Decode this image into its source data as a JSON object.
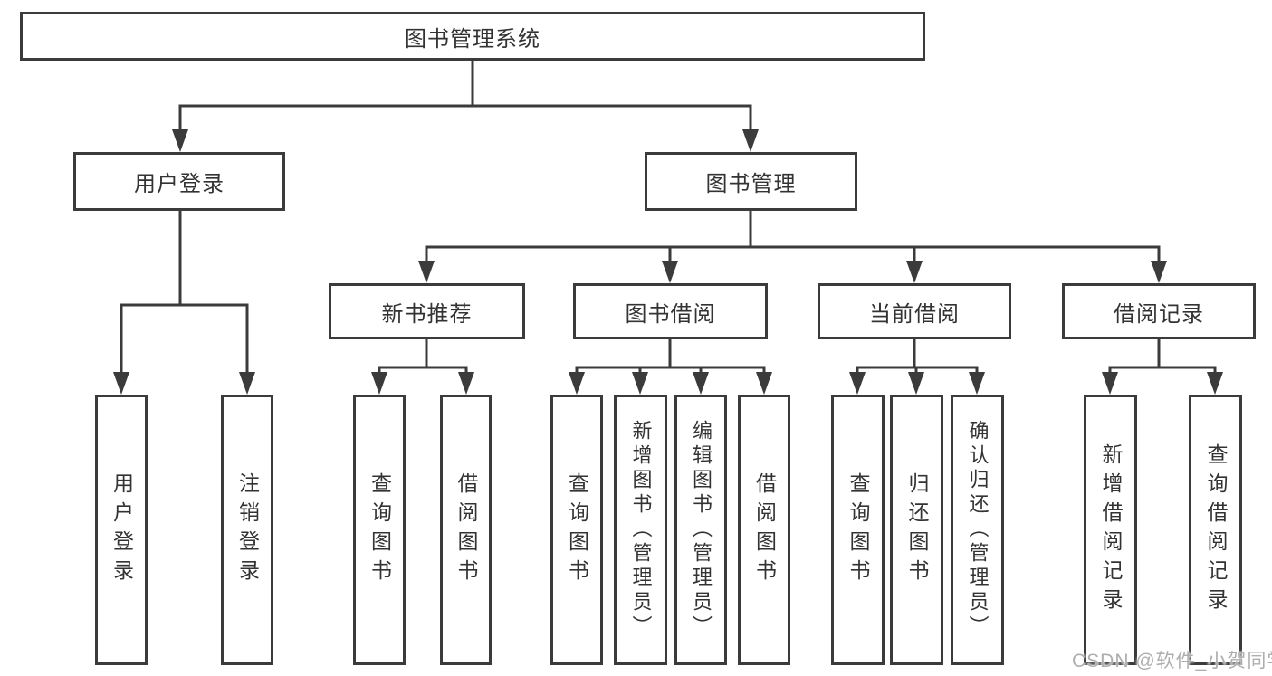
{
  "tree": {
    "root": {
      "label": "图书管理系统"
    },
    "branches": [
      {
        "label": "用户登录",
        "children": [
          {
            "label": "用户登录"
          },
          {
            "label": "注销登录"
          }
        ]
      },
      {
        "label": "图书管理",
        "children": [
          {
            "label": "新书推荐",
            "children": [
              {
                "label": "查询图书"
              },
              {
                "label": "借阅图书"
              }
            ]
          },
          {
            "label": "图书借阅",
            "children": [
              {
                "label": "查询图书"
              },
              {
                "label": "新增图书（管理员）"
              },
              {
                "label": "编辑图书（管理员）"
              },
              {
                "label": "借阅图书"
              }
            ]
          },
          {
            "label": "当前借阅",
            "children": [
              {
                "label": "查询图书"
              },
              {
                "label": "归还图书"
              },
              {
                "label": "确认归还（管理员）"
              }
            ]
          },
          {
            "label": "借阅记录",
            "children": [
              {
                "label": "新增借阅记录"
              },
              {
                "label": "查询借阅记录"
              }
            ]
          }
        ]
      }
    ]
  },
  "watermark": {
    "text": "CSDN @软件_小贺同学"
  },
  "colors": {
    "line": "#3b3b3b",
    "node_border": "#3b3b3b",
    "node_text": "#333333",
    "watermark": "#aeaeae",
    "background": "#ffffff"
  }
}
